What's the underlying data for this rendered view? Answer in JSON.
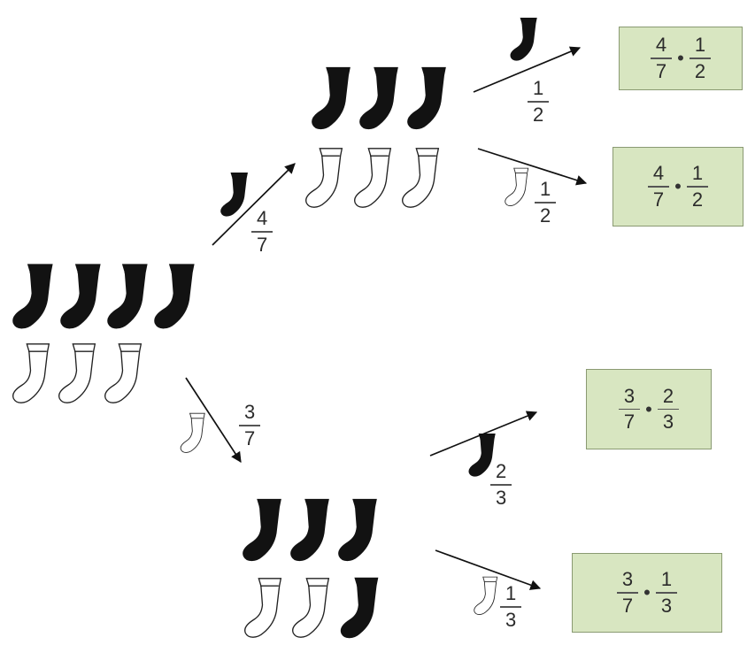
{
  "colors": {
    "sock_dark": "#121212",
    "sock_light": "#ffffff",
    "box_fill": "#d8e6c1",
    "box_border": "#8a9a72"
  },
  "icons": {
    "dark": "black-sock-icon",
    "light": "white-sock-icon"
  },
  "branches": [
    {
      "id": "first-black",
      "num": "4",
      "den": "7"
    },
    {
      "id": "first-white",
      "num": "3",
      "den": "7"
    },
    {
      "id": "upper-black",
      "num": "1",
      "den": "2"
    },
    {
      "id": "upper-white",
      "num": "1",
      "den": "2"
    },
    {
      "id": "lower-black",
      "num": "2",
      "den": "3"
    },
    {
      "id": "lower-white",
      "num": "1",
      "den": "3"
    }
  ],
  "results": [
    {
      "id": "result-1",
      "a_num": "4",
      "a_den": "7",
      "dot": "•",
      "b_num": "1",
      "b_den": "2"
    },
    {
      "id": "result-2",
      "a_num": "4",
      "a_den": "7",
      "dot": "•",
      "b_num": "1",
      "b_den": "2"
    },
    {
      "id": "result-3",
      "a_num": "3",
      "a_den": "7",
      "dot": "•",
      "b_num": "2",
      "b_den": "3"
    },
    {
      "id": "result-4",
      "a_num": "3",
      "a_den": "7",
      "dot": "•",
      "b_num": "1",
      "b_den": "3"
    }
  ]
}
